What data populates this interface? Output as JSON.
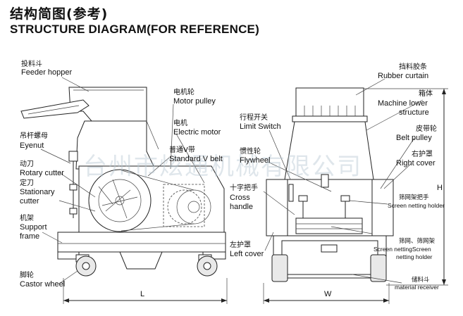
{
  "title_cn": "结构简图(参考)",
  "title_en": "STRUCTURE DIAGRAM(FOR REFERENCE)",
  "watermark": "台州市炫通机械有限公司",
  "left_view": {
    "labels": [
      {
        "id": "feeder-hopper",
        "cn": "投料斗",
        "en": "Feeder hopper"
      },
      {
        "id": "motor-pulley",
        "cn": "电机轮",
        "en": "Motor pulley"
      },
      {
        "id": "electric-motor",
        "cn": "电机",
        "en": "Electric motor"
      },
      {
        "id": "eyenut",
        "cn": "吊杆螺母",
        "en": "Eyenut"
      },
      {
        "id": "standard-v-belt",
        "cn": "普通V带",
        "en": "Standard V belt"
      },
      {
        "id": "rotary-cutter",
        "cn": "动刀",
        "en": "Rotary cutter"
      },
      {
        "id": "stationary-cutter",
        "cn": "定刀",
        "en": "Stationary",
        "en2": "cutter"
      },
      {
        "id": "support-frame",
        "cn": "机架",
        "en": "Support",
        "en2": "frame"
      },
      {
        "id": "castor-wheel",
        "cn": "脚轮",
        "en": "Castor wheel"
      }
    ],
    "dimension": "L"
  },
  "right_view": {
    "labels": [
      {
        "id": "rubber-curtain",
        "cn": "挡料胶条",
        "en": "Rubber curtain"
      },
      {
        "id": "machine-lower-structure",
        "cn": "箱体",
        "en": "Machine lower",
        "en2": "structure"
      },
      {
        "id": "limit-switch",
        "cn": "行程开关",
        "en": "Limit Switch"
      },
      {
        "id": "belt-pulley",
        "cn": "皮带轮",
        "en": "Belt pulley"
      },
      {
        "id": "flywheel",
        "cn": "惯性轮",
        "en": "Flywheel"
      },
      {
        "id": "right-cover",
        "cn": "右护罩",
        "en": "Right cover"
      },
      {
        "id": "cross-handle",
        "cn": "十字把手",
        "en": "Cross",
        "en2": "handle"
      },
      {
        "id": "screen-netting-holder",
        "cn": "筛网架把手",
        "en": "Screen netting holder"
      },
      {
        "id": "left-cover",
        "cn": "左护罩",
        "en": "Left cover"
      },
      {
        "id": "screen-netting",
        "cn": "筛网、筛网架",
        "en": "Screen nettingScreen",
        "en2": "netting holder"
      },
      {
        "id": "material-receiver",
        "cn": "储料斗",
        "en": "material receiver"
      }
    ],
    "dimension_w": "W",
    "dimension_h": "H"
  }
}
